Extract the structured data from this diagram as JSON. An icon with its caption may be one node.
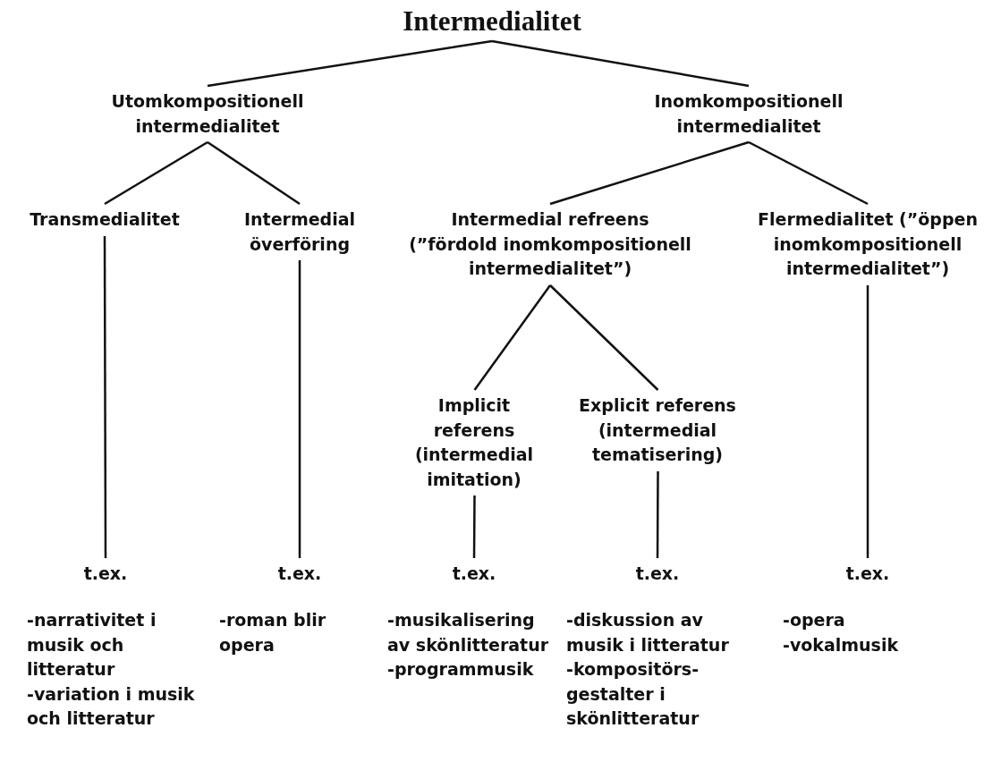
{
  "diagram": {
    "nodes": [
      {
        "text": [
          "Intermedialitet"
        ]
      },
      {
        "text": [
          "Utomkompositionell intermedialitet"
        ]
      },
      {
        "text": [
          "Inomkompositionell intermedialitet"
        ]
      },
      {
        "text": [
          "Transmedialitet"
        ]
      },
      {
        "text": [
          "Intermedial överföring"
        ]
      },
      {
        "text": [
          "Intermedial refreens (”fördold inomkompositionell intermedialitet”)"
        ]
      },
      {
        "text": [
          "Flermedialitet (”öppen inomkompositionell intermedialitet”)"
        ]
      },
      {
        "text": [
          "Implicit referens (intermedial imitation)"
        ]
      },
      {
        "text": [
          "Explicit referens (intermedial tematisering)"
        ]
      },
      {
        "text": [
          "t.ex."
        ],
        "beside": [
          "-narrativitet i musik och litteratur",
          "-variation i musik och litteratur"
        ]
      },
      {
        "text": [
          "t.ex."
        ],
        "beside": [
          "-roman blir opera"
        ]
      },
      {
        "text": [
          "t.ex."
        ],
        "beside": [
          "-musikalisering av skönlitteratur",
          "-programmusik"
        ]
      },
      {
        "text": [
          "t.ex."
        ],
        "beside": [
          "-diskussion av musik i litteratur",
          "-kompositörs- gestalter i skönlitteratur"
        ]
      },
      {
        "text": [
          "t.ex."
        ],
        "beside": [
          "-opera",
          "-vokalmusik"
        ]
      }
    ],
    "edges": [
      {
        "from": 0,
        "to": 1,
        "arrow": "none"
      },
      {
        "from": 0,
        "to": 2,
        "arrow": "none"
      },
      {
        "from": 1,
        "to": 3,
        "arrow": "none"
      },
      {
        "from": 1,
        "to": 4,
        "arrow": "none"
      },
      {
        "from": 2,
        "to": 5,
        "arrow": "none"
      },
      {
        "from": 2,
        "to": 6,
        "arrow": "none"
      },
      {
        "from": 5,
        "to": 7,
        "arrow": "none"
      },
      {
        "from": 5,
        "to": 8,
        "arrow": "none"
      },
      {
        "from": 3,
        "to": 9,
        "arrow": "none"
      },
      {
        "from": 4,
        "to": 10,
        "arrow": "none"
      },
      {
        "from": 7,
        "to": 11,
        "arrow": "none"
      },
      {
        "from": 8,
        "to": 12,
        "arrow": "none"
      },
      {
        "from": 6,
        "to": 13,
        "arrow": "none"
      }
    ]
  }
}
